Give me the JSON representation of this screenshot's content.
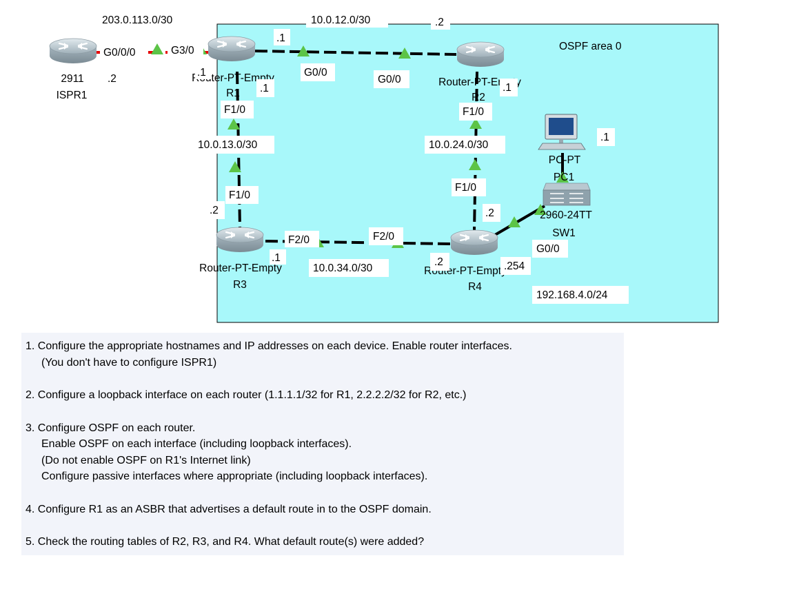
{
  "topology": {
    "area_label": "OSPF area 0",
    "devices": {
      "ispr1": {
        "model": "2911",
        "name": "ISPR1"
      },
      "r1": {
        "model": "Router-PT-Empty",
        "name": "R1"
      },
      "r2": {
        "model": "Router-PT-Empty",
        "name": "R2"
      },
      "r3": {
        "model": "Router-PT-Empty",
        "name": "R3"
      },
      "r4": {
        "model": "Router-PT-Empty",
        "name": "R4"
      },
      "sw1": {
        "model": "2960-24TT",
        "name": "SW1"
      },
      "pc1": {
        "model": "PC-PT",
        "name": "PC1"
      }
    },
    "networks": {
      "isp_r1": "203.0.113.0/30",
      "r1_r2": "10.0.12.0/30",
      "r1_r3": "10.0.13.0/30",
      "r2_r4": "10.0.24.0/30",
      "r3_r4": "10.0.34.0/30",
      "lan": "192.168.4.0/24"
    },
    "interfaces": {
      "isp_g0_0_0": "G0/0/0",
      "r1_g3_0": "G3/0",
      "r1_g0_0": "G0/0",
      "r2_g0_0": "G0/0",
      "r1_f1_0": "F1/0",
      "r3_f1_0": "F1/0",
      "r2_f1_0": "F1/0",
      "r4_f1_0": "F1/0",
      "r3_f2_0": "F2/0",
      "r4_f2_0": "F2/0",
      "r4_g0_0": "G0/0"
    },
    "host_ids": {
      "isp": ".2",
      "r1_g3": ".1",
      "r1_g0": ".1",
      "r2_g0": ".2",
      "r1_f1": ".1",
      "r3_f1": ".2",
      "r2_f1": ".1",
      "r4_f1": ".2",
      "r3_f2": ".1",
      "r4_f2": ".2",
      "r4_g0": ".254",
      "pc1": ".1"
    }
  },
  "instructions": {
    "step1": {
      "line1": "1. Configure the appropriate hostnames and IP addresses on each device.  Enable router interfaces.",
      "line2": "(You don't have to configure ISPR1)"
    },
    "step2": {
      "line1": "2. Configure a loopback interface on each router (1.1.1.1/32 for R1, 2.2.2.2/32 for R2, etc.)"
    },
    "step3": {
      "line1": "3. Configure OSPF on each router.",
      "line2": "Enable OSPF on each interface (including loopback interfaces).",
      "line3": "(Do not enable OSPF on R1's Internet link)",
      "line4": "Configure passive interfaces where appropriate (including loopback interfaces)."
    },
    "step4": {
      "line1": "4. Configure R1 as an ASBR that advertises a default route in to the OSPF domain."
    },
    "step5": {
      "line1": "5. Check the routing tables of R2, R3, and R4.  What default route(s) were added?"
    }
  },
  "colors": {
    "area_fill": "#a8f8fa",
    "link": "#000000",
    "isp_link": "#e60000",
    "link_status": "#5cc447",
    "router_body": "#b4c4cc",
    "panel_bg": "#f2f4fa"
  },
  "icons": {
    "router": "router-icon",
    "switch": "switch-icon",
    "pc": "pc-icon",
    "link_up": "link-up-triangle-icon"
  }
}
